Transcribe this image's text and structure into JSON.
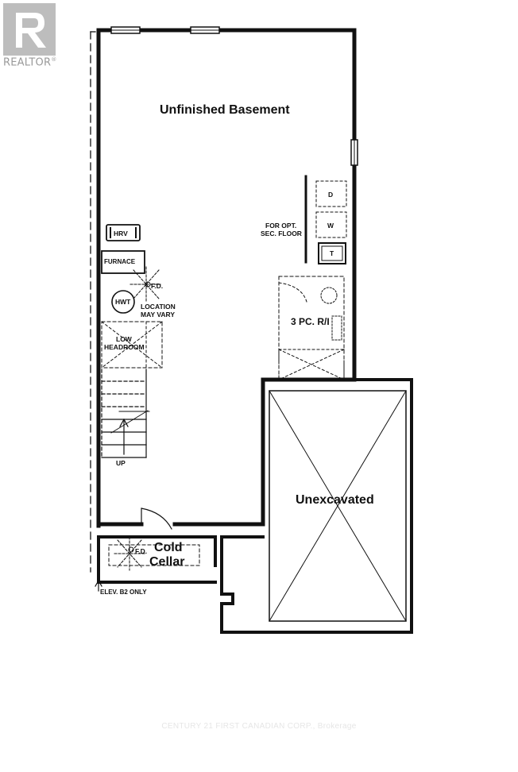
{
  "logo": {
    "text": "REALTOR",
    "mark": "®",
    "icon": "realtor-r-logo-icon",
    "color": "#bdbdbd"
  },
  "rooms": {
    "basement": "Unfinished Basement",
    "unexcavated": "Unexcavated",
    "bath": "3 PC. R/I",
    "cold_cellar_line1": "Cold",
    "cold_cellar_line2": "Cellar"
  },
  "fixtures": {
    "hrv": "HRV",
    "furnace": "FURNACE",
    "fd_top": "F.D.",
    "hwt": "HWT",
    "location_line1": "LOCATION",
    "location_line2": "MAY VARY",
    "low_line1": "LOW",
    "low_line2": "HEADROOM",
    "up": "UP",
    "fd_cellar": "F.D.",
    "dryer": "D",
    "washer": "W",
    "tub": "T",
    "opt_line1": "FOR OPT.",
    "opt_line2": "SEC. FLOOR",
    "elev": "ELEV. B2 ONLY"
  },
  "watermark": "CENTURY 21 FIRST CANADIAN CORP., Brokerage"
}
